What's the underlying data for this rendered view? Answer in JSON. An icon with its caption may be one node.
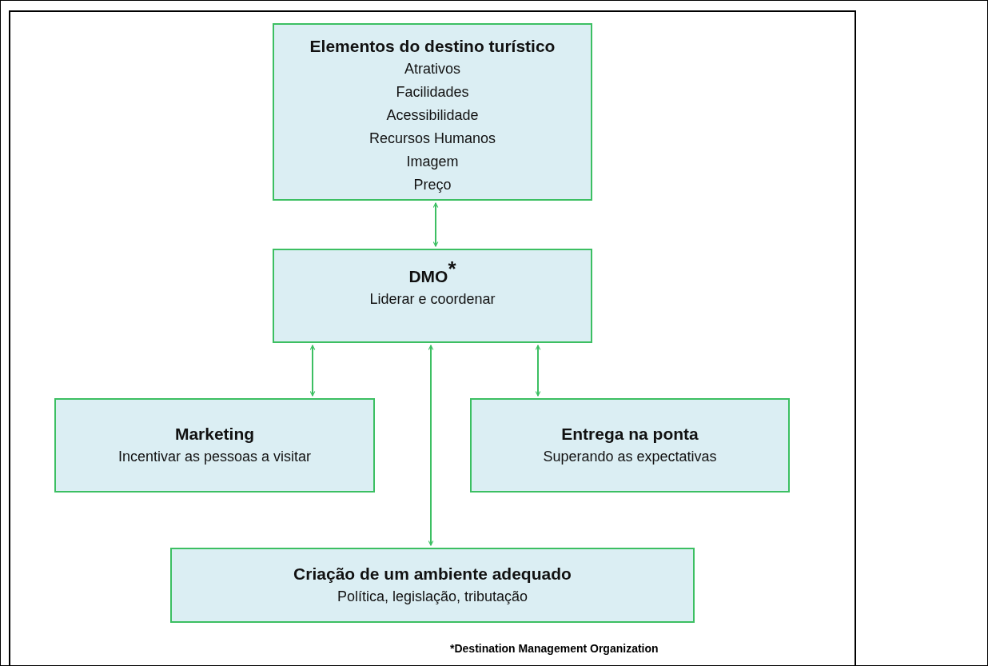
{
  "diagram": {
    "nodes": [
      {
        "text": [
          "Elementos do destino turístico",
          "Atrativos",
          "Facilidades",
          "Acessibilidade",
          "Recursos Humanos",
          "Imagem",
          "Preço"
        ]
      },
      {
        "text": [
          "DMO$^{*}$",
          "Liderar e coordenar"
        ]
      },
      {
        "text": [
          "Marketing",
          "Incentivar as pessoas a visitar"
        ]
      },
      {
        "text": [
          "Entrega na ponta",
          "Superando as expectativas"
        ]
      },
      {
        "text": [
          "Criação de um ambiente adequado",
          "Política, legislação, tributação"
        ]
      }
    ],
    "edges": [
      {
        "from": 0,
        "to": 1,
        "arrow": "both"
      },
      {
        "from": 1,
        "to": 2,
        "arrow": "both"
      },
      {
        "from": 1,
        "to": 3,
        "arrow": "both"
      },
      {
        "from": 1,
        "to": 4,
        "arrow": "both"
      }
    ],
    "labels": [
      "*Destination Management Organization"
    ]
  }
}
